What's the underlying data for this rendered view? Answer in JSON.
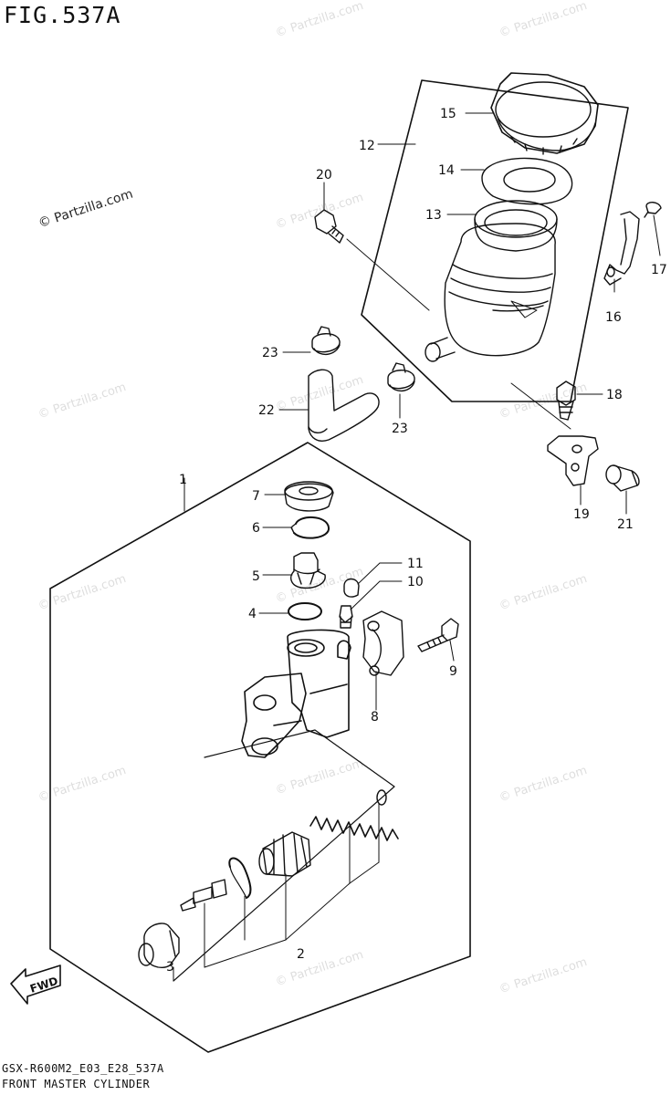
{
  "figure": {
    "title": "FIG.537A",
    "model_code": "GSX-R600M2_E03_E28_537A",
    "name": "FRONT MASTER CYLINDER",
    "watermark": "© Partzilla.com"
  },
  "callouts": [
    {
      "id": "c1",
      "label": "1"
    },
    {
      "id": "c2",
      "label": "2"
    },
    {
      "id": "c3",
      "label": "3"
    },
    {
      "id": "c4",
      "label": "4"
    },
    {
      "id": "c5",
      "label": "5"
    },
    {
      "id": "c6",
      "label": "6"
    },
    {
      "id": "c7",
      "label": "7"
    },
    {
      "id": "c8",
      "label": "8"
    },
    {
      "id": "c9",
      "label": "9"
    },
    {
      "id": "c10",
      "label": "10"
    },
    {
      "id": "c11",
      "label": "11"
    },
    {
      "id": "c12",
      "label": "12"
    },
    {
      "id": "c13",
      "label": "13"
    },
    {
      "id": "c14",
      "label": "14"
    },
    {
      "id": "c15",
      "label": "15"
    },
    {
      "id": "c16",
      "label": "16"
    },
    {
      "id": "c17",
      "label": "17"
    },
    {
      "id": "c18",
      "label": "18"
    },
    {
      "id": "c19",
      "label": "19"
    },
    {
      "id": "c20",
      "label": "20"
    },
    {
      "id": "c21",
      "label": "21"
    },
    {
      "id": "c22",
      "label": "22"
    },
    {
      "id": "c23a",
      "label": "23"
    },
    {
      "id": "c23b",
      "label": "23"
    }
  ],
  "direction_marker": "FWD"
}
